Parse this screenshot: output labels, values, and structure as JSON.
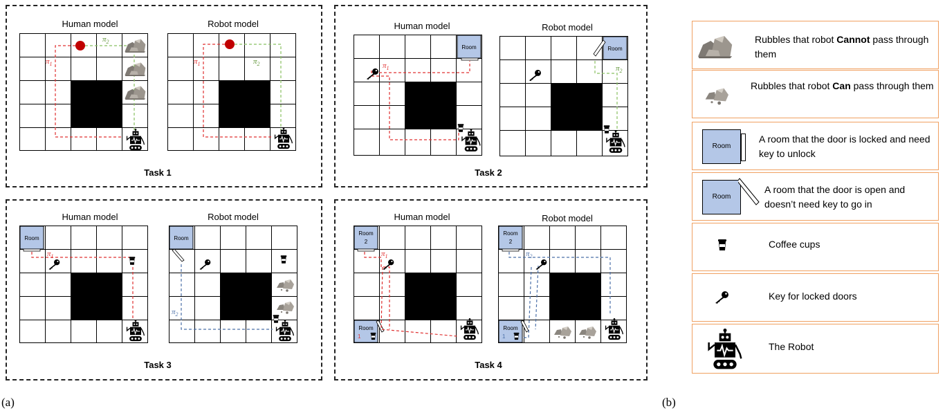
{
  "tasks": [
    {
      "title": "Task 1",
      "human": "Human model",
      "robot": "Robot model"
    },
    {
      "title": "Task 2",
      "human": "Human model",
      "robot": "Robot model"
    },
    {
      "title": "Task 3",
      "human": "Human model",
      "robot": "Robot model"
    },
    {
      "title": "Task 4",
      "human": "Human model",
      "robot": "Robot model"
    }
  ],
  "labels": {
    "a": "(a)",
    "b": "(b)"
  },
  "room_labels": {
    "room": "Room",
    "room1": "Room 1",
    "room2": "Room 2"
  },
  "paths": {
    "p1": "π1",
    "p2": "π2"
  },
  "colors": {
    "human_path": "#e03030",
    "robot_path_green": "#88c060",
    "robot_path_blue": "#4a6fa8",
    "room_fill": "#b4c7e7",
    "legend_border": "#f0a060",
    "goal_dot": "#c00000"
  },
  "legend": [
    {
      "icon": "rubble-large-icon",
      "text_before": "Rubbles that robot ",
      "bold": "Cannot",
      "text_after": " pass through them"
    },
    {
      "icon": "rubble-small-icon",
      "text_before": "Rubbles that robot ",
      "bold": "Can",
      "text_after": " pass through them"
    },
    {
      "icon": "locked-room-icon",
      "room": "Room",
      "text": "A room that the door is locked and need key to unlock"
    },
    {
      "icon": "open-room-icon",
      "room": "Room",
      "text": "A room that the door is open and doesn’t need key to go in"
    },
    {
      "icon": "coffee-cup-icon",
      "text": "Coffee cups"
    },
    {
      "icon": "key-icon",
      "text": "Key for locked doors"
    },
    {
      "icon": "robot-icon",
      "text": "The Robot"
    }
  ]
}
